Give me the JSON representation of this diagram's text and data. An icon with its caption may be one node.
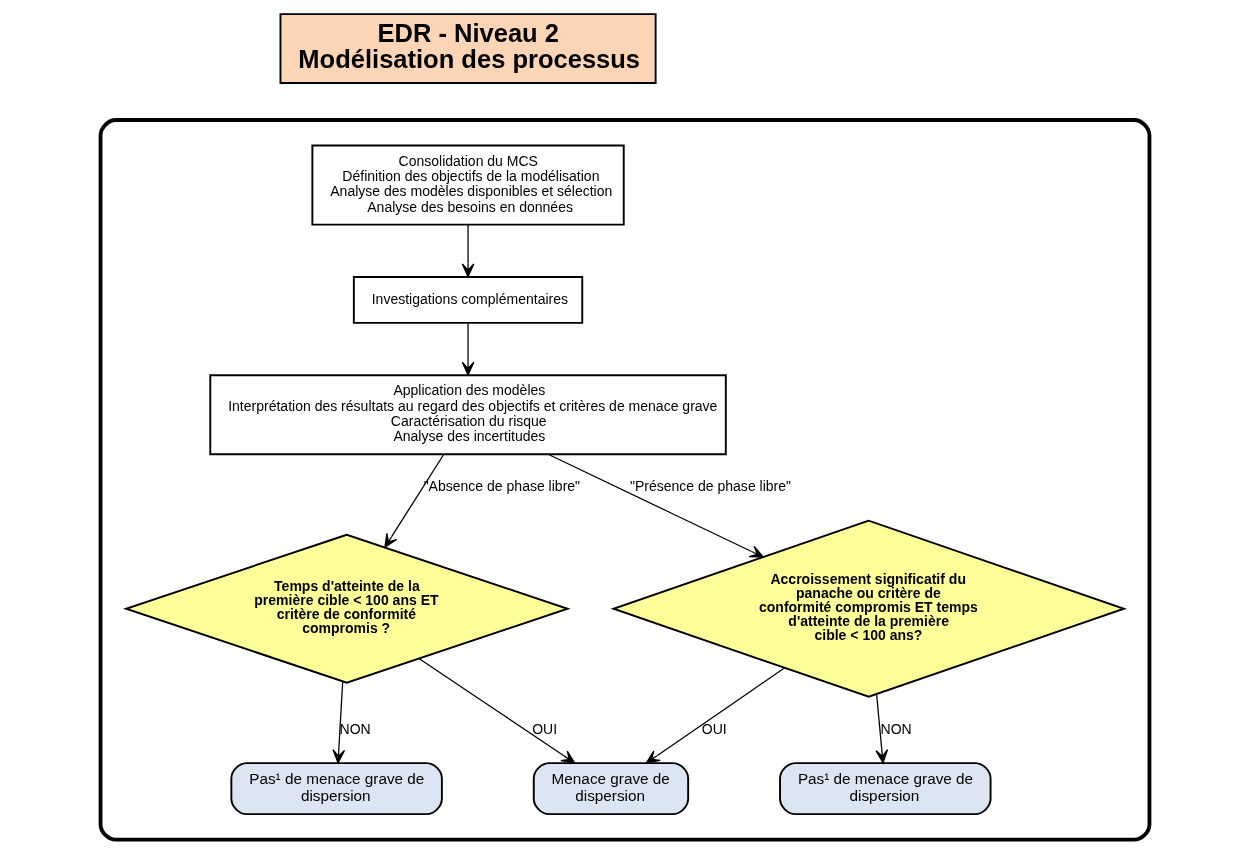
{
  "diagram": {
    "nodes": [
      {
        "text": [
          "EDR - Niveau 2",
          "Modélisation des processus"
        ]
      },
      {
        "text": [],
        "shape": "box"
      },
      {
        "text": [
          "Consolidation du MCS",
          "Définition des objectifs de la modélisation",
          "Analyse des modèles disponibles et sélection",
          "Analyse des besoins en données"
        ],
        "in": 1
      },
      {
        "text": [
          "Investigations complémentaires"
        ],
        "in": 1
      },
      {
        "text": [
          "Application des modèles",
          "Interprétation des résultats au regard des objectifs et critères de menace grave",
          "Caractérisation du risque",
          "Analyse des incertitudes"
        ],
        "in": 1
      },
      {
        "text": [
          "Temps d'atteinte de la première cible < 100 ans ET critère de conformité compromis ?"
        ],
        "in": 1
      },
      {
        "text": [
          "Accroissement significatif du panache ou critère de conformité compromis ET temps d'atteinte de la première cible < 100 ans?"
        ],
        "in": 1
      },
      {
        "text": [
          "Pas¹ de menace grave de dispersion"
        ],
        "in": 1
      },
      {
        "text": [
          "Menace grave de dispersion"
        ],
        "in": 1
      },
      {
        "text": [
          "Pas¹ de menace grave de dispersion"
        ],
        "in": 1
      }
    ],
    "edges": [
      {
        "from": 2,
        "to": 3,
        "arrow": "to"
      },
      {
        "from": 3,
        "to": 4,
        "arrow": "to"
      },
      {
        "from": 4,
        "to": 5,
        "arrow": "to",
        "label": "\"Absence de phase libre\""
      },
      {
        "from": 4,
        "to": 6,
        "arrow": "to",
        "label": "\"Présence de phase libre\""
      },
      {
        "from": 5,
        "to": 7,
        "arrow": "to",
        "label": "NON"
      },
      {
        "from": 5,
        "to": 8,
        "arrow": "to",
        "label": "OUI"
      },
      {
        "from": 6,
        "to": 8,
        "arrow": "to",
        "label": "OUI"
      },
      {
        "from": 6,
        "to": 9,
        "arrow": "to",
        "label": "NON"
      }
    ]
  }
}
